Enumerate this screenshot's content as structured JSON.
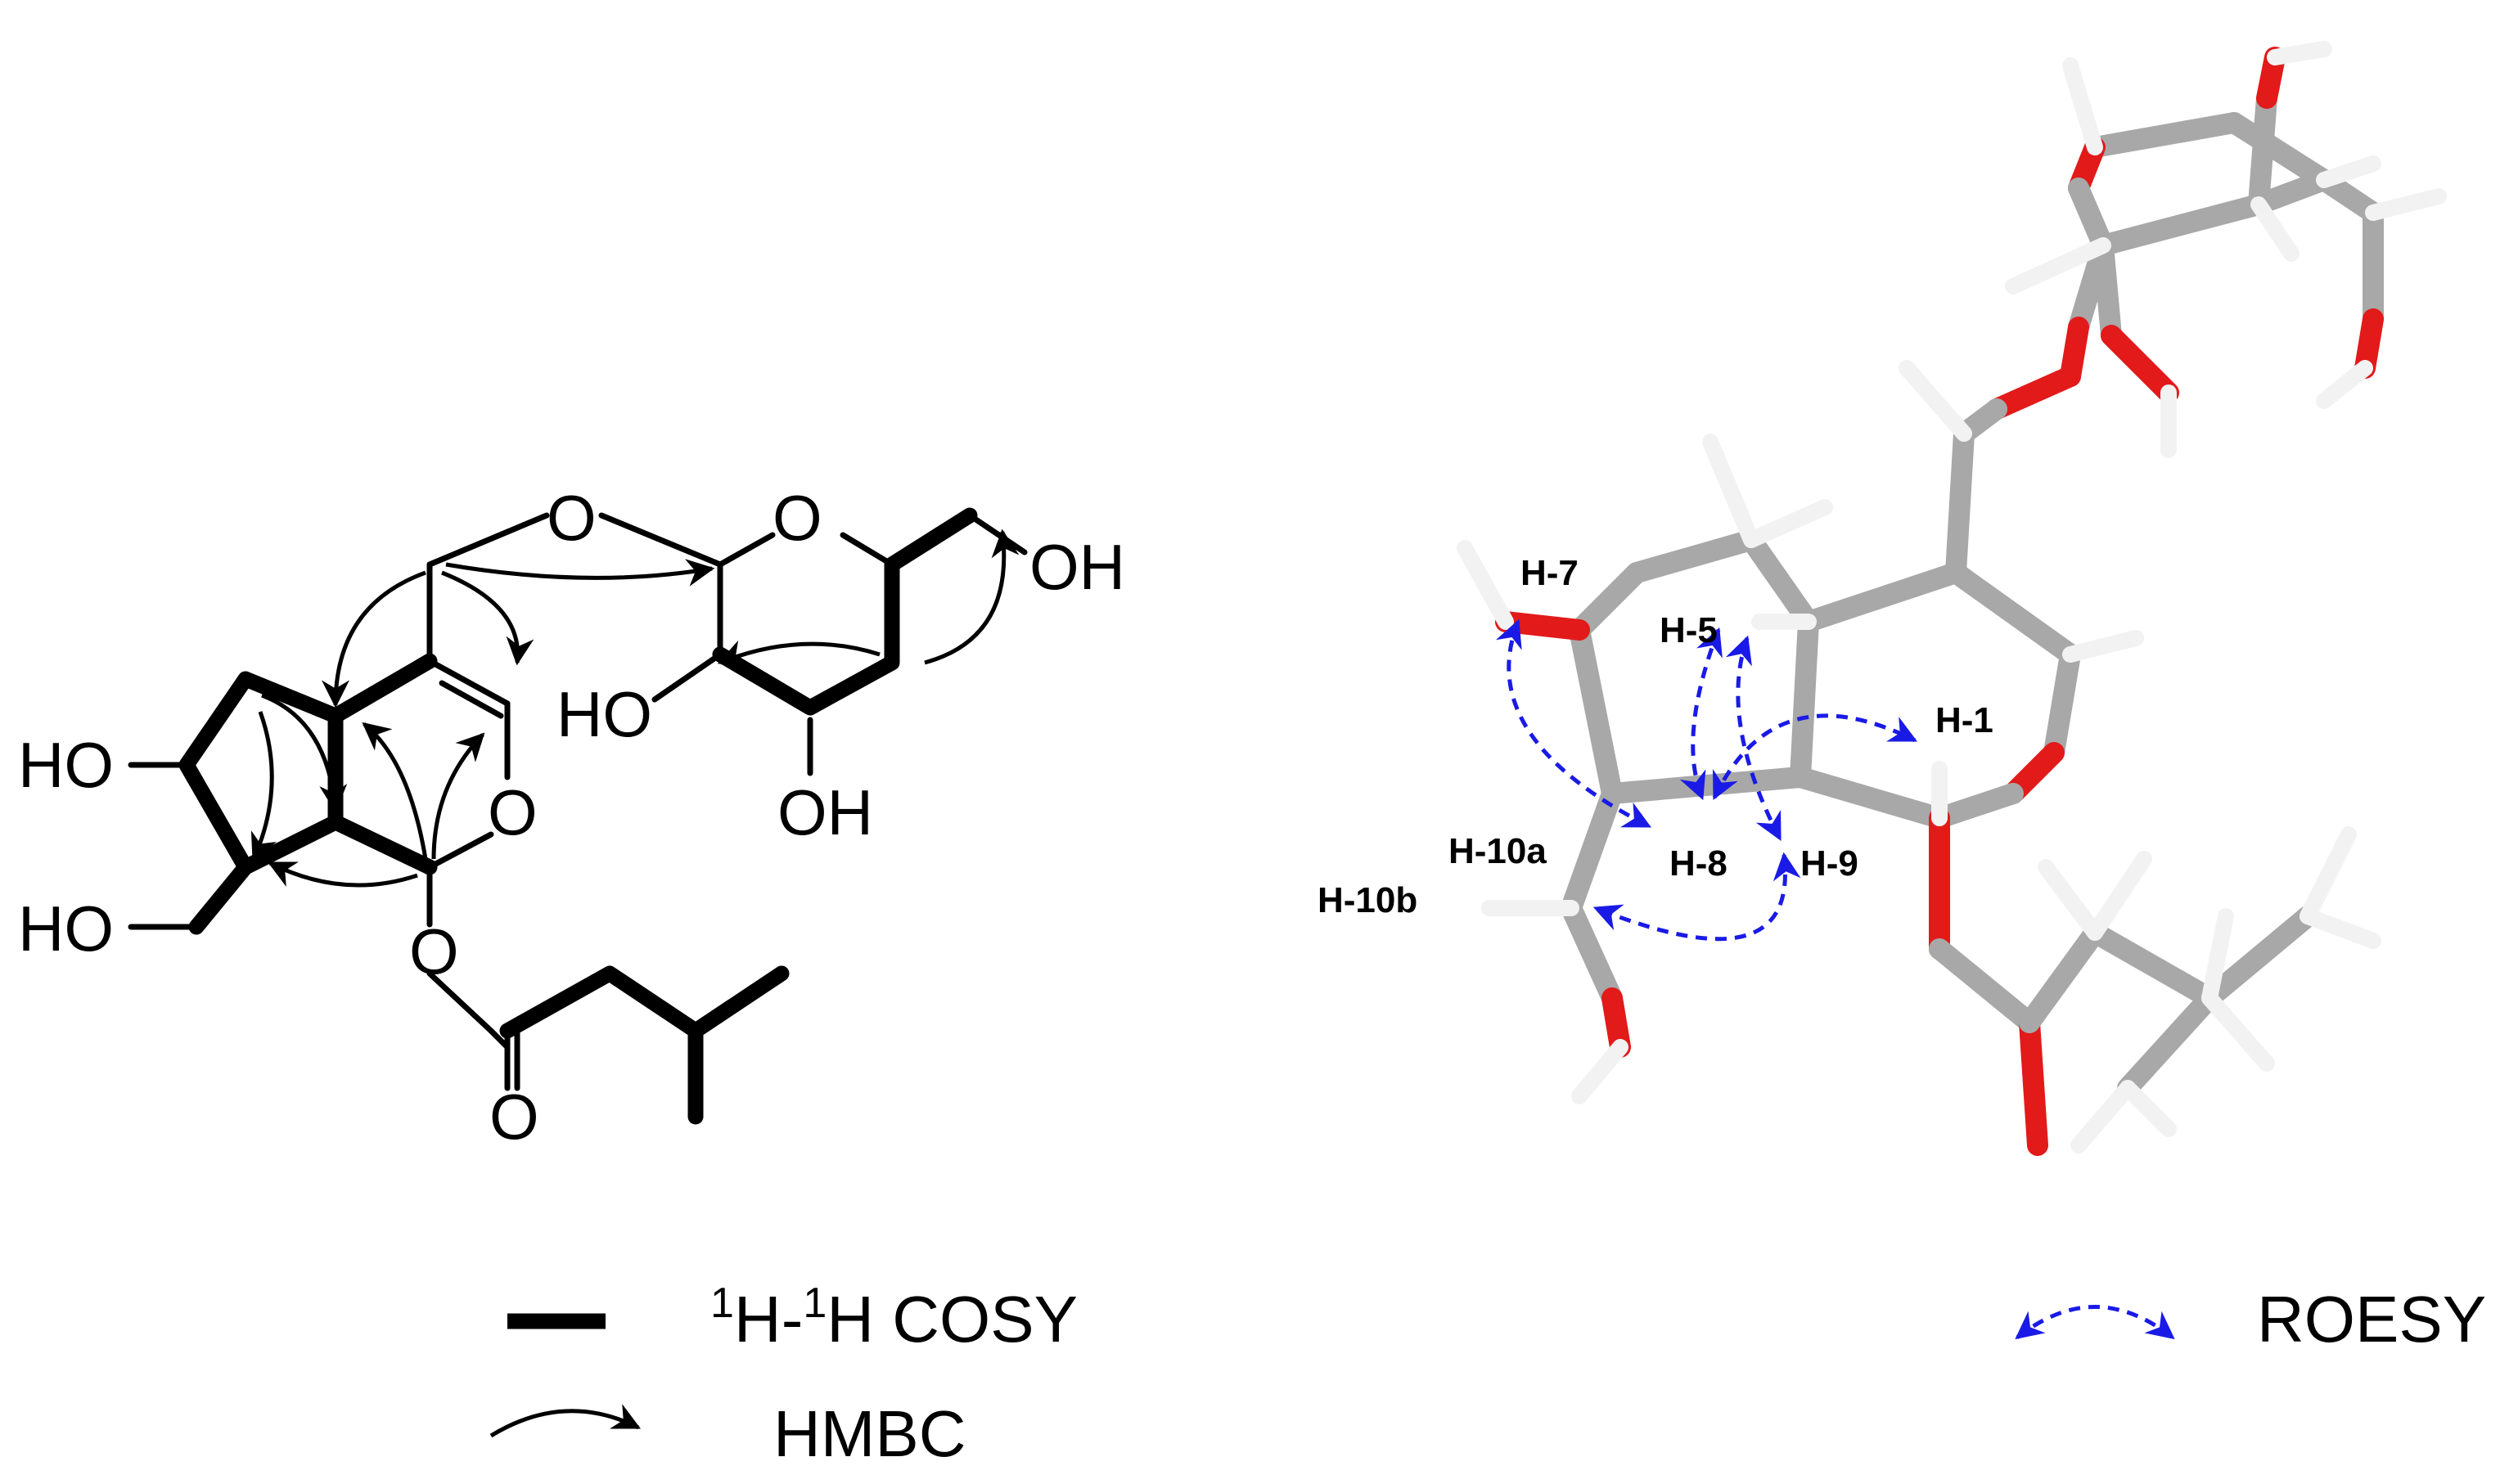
{
  "structure_2d": {
    "atoms": {
      "o_glyco": "O",
      "o_sugar_ring": "O",
      "oh_sugar_ch2": "OH",
      "ho_sugar_c2": "HO",
      "oh_sugar_c3": "OH",
      "ho_c6": "HO",
      "o_pyran": "O",
      "ho_c10": "HO",
      "o_ester": "O",
      "o_carbonyl": "O"
    }
  },
  "model_3d": {
    "proton_labels": {
      "h7": "H-7",
      "h5": "H-5",
      "h1": "H-1",
      "h10a": "H-10a",
      "h8": "H-8",
      "h9": "H-9",
      "h10b": "H-10b"
    },
    "colors": {
      "carbon": "#a8a8a8",
      "oxygen": "#e21a1a",
      "hydrogen": "#f2f2f2",
      "roesy": "#1a1ae6"
    }
  },
  "legend": {
    "cosy_sup1": "1",
    "cosy_mid": "H-",
    "cosy_sup2": "1",
    "cosy_end": "H COSY",
    "hmbc": "HMBC",
    "roesy": "ROESY"
  }
}
